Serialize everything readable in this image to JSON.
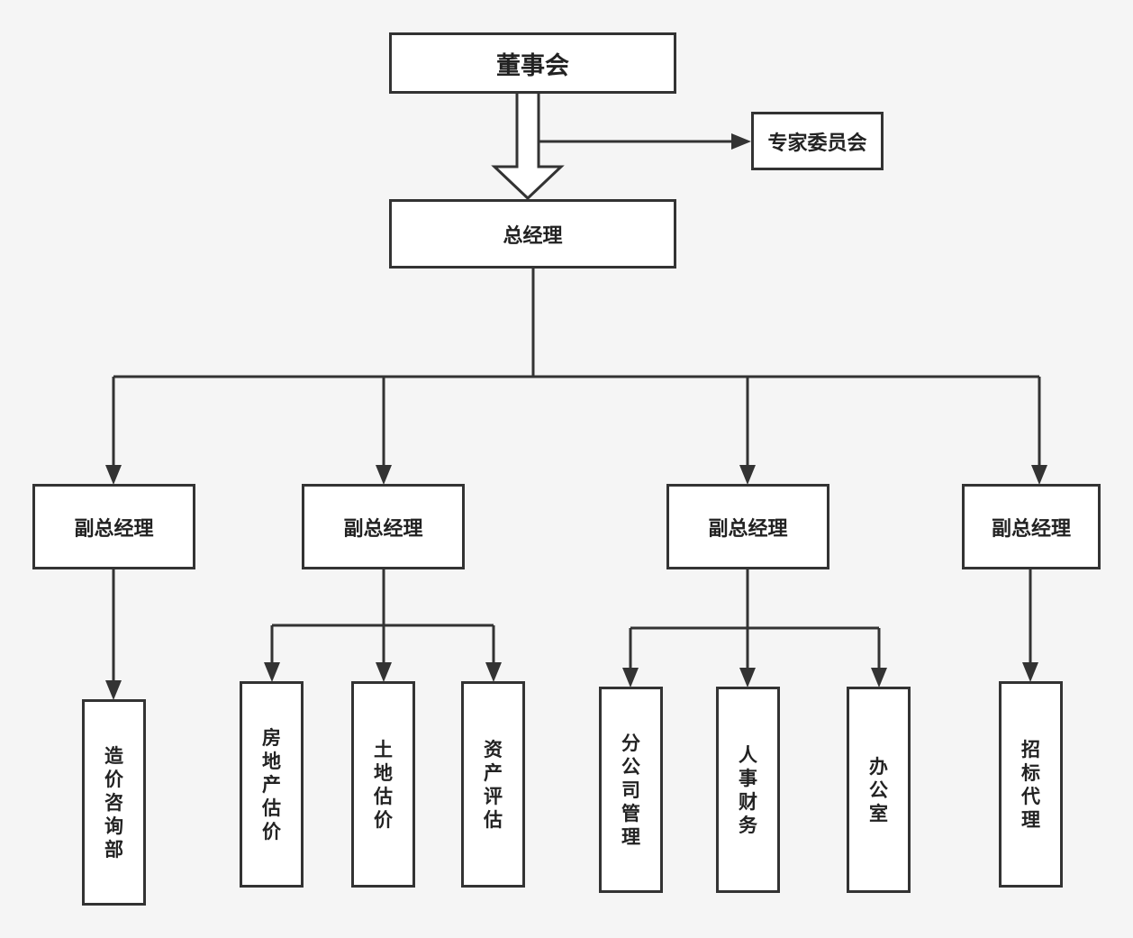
{
  "board": "董事会",
  "expert_committee": "专家委员会",
  "general_manager": "总经理",
  "deputies": [
    {
      "label": "副总经理",
      "departments": [
        "造价咨询部"
      ]
    },
    {
      "label": "副总经理",
      "departments": [
        "房地产估价",
        "土地估价",
        "资产评估"
      ]
    },
    {
      "label": "副总经理",
      "departments": [
        "分公司管理",
        "人事财务",
        "办公室"
      ]
    },
    {
      "label": "副总经理",
      "departments": [
        "招标代理"
      ]
    }
  ],
  "colors": {
    "line": "#333333",
    "box_fill": "#ffffff",
    "background": "#f5f5f5",
    "text": "#222222"
  }
}
